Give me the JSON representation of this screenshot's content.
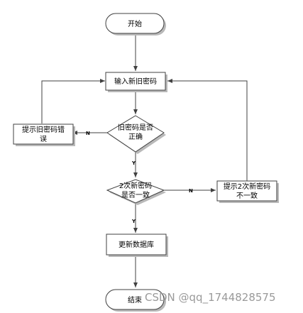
{
  "nodes": {
    "start": "开始",
    "input": "输入新旧密码",
    "check_old": [
      "旧密码是否",
      "正确"
    ],
    "old_error": [
      "提示旧密码错",
      "误"
    ],
    "check_new": [
      "2次新密码",
      "是否一致"
    ],
    "new_mismatch": [
      "提示2次新密码",
      "不一致"
    ],
    "update_db": "更新数据库",
    "end": "结束"
  },
  "edges": {
    "yes": "Y",
    "no": "N"
  },
  "watermark": "CSDN @qq_1744828575",
  "colors": {
    "line": "#404040",
    "box_fill": "#ffffff",
    "shadow": "#b9b9b9"
  }
}
